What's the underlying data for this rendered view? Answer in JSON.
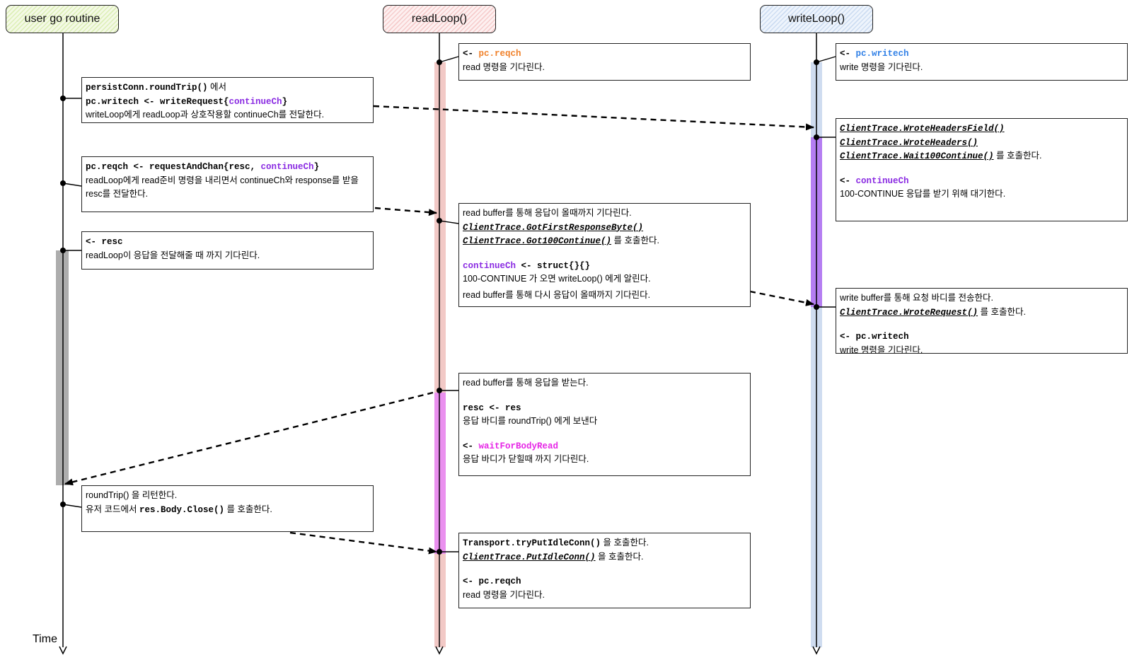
{
  "lifelines": {
    "user": "user go routine",
    "read": "readLoop()",
    "write": "writeLoop()"
  },
  "time_label": "Time",
  "notes": {
    "read_wait": {
      "code": "<- ",
      "ch": "pc.reqch",
      "text": "read 명령을 기다린다."
    },
    "write_wait": {
      "code": "<- ",
      "ch": "pc.writech",
      "text": "write 명령을 기다린다."
    },
    "roundtrip": {
      "l1_code": "persistConn.roundTrip()",
      "l1_text": " 에서",
      "l2_code": "pc.writech <- writeRequest{",
      "l2_ch": "continueCh",
      "l2_end": "}",
      "l3": "writeLoop에게 readLoop과 상호작용할 continueCh를 전달한다."
    },
    "reqch": {
      "l1_code": "pc.reqch <- requestAndChan{resc, ",
      "l1_ch": "continueCh",
      "l1_end": "}",
      "l2": "readLoop에게 read준비 명령을 내리면서 continueCh와 response를 받을",
      "l3": "resc를 전달한다."
    },
    "resc": {
      "l1_code": "<- resc",
      "l2": "readLoop이 응답을 전달해줄 때 까지 기다린다."
    },
    "trace_headers": {
      "t1": "ClientTrace.WroteHeadersField()",
      "t2": "ClientTrace.WroteHeaders()",
      "t3": "ClientTrace.Wait100Continue()",
      "t3_text": " 를 호출한다.",
      "l5_code": "<- ",
      "l5_ch": "continueCh",
      "l6": "100-CONTINUE 응답를 받기 위해 대기한다."
    },
    "read_buffer": {
      "l1": "read buffer를 통해 응답이 올때까지 기다린다.",
      "t1": "ClientTrace.GotFirstResponseByte()",
      "t2": "ClientTrace.Got100Continue()",
      "t2_text": " 를 호출한다.",
      "l4_ch": "continueCh",
      "l4_code": " <- struct{}{}",
      "l5": "100-CONTINUE 가 오면 writeLoop() 에게 알린다.",
      "l6": "read buffer를 통해 다시 응답이 올때까지 기다린다."
    },
    "write_body": {
      "l1": "write buffer를 통해 요청 바디를 전송한다.",
      "t1": "ClientTrace.WroteRequest()",
      "t1_text": " 를 호출한다.",
      "l3_code": "<- pc.writech",
      "l4": "write 명령을 기다린다."
    },
    "response": {
      "l1": "read buffer를 통해 응답을 받는다.",
      "l2_code": "resc <- res",
      "l3": "응답 바디를 roundTrip() 에게 보낸다",
      "l4_code": " <- ",
      "l4_ch": "waitForBodyRead",
      "l5": "응답 바디가 닫힐때 까지 기다린다."
    },
    "return": {
      "l1": "roundTrip() 을 리턴한다.",
      "l2_text": "유저 코드에서 ",
      "l2_code": "res.Body.Close()",
      "l2_end": " 를 호출한다."
    },
    "idle": {
      "l1_code": "Transport.tryPutIdleConn()",
      "l1_text": " 을 호출한다.",
      "t1": "ClientTrace.PutIdleConn()",
      "t1_text": " 을 호출한다.",
      "l3_code": "<- pc.reqch",
      "l4": "read 명령을 기다린다."
    }
  },
  "colors": {
    "read_activation": "#f2c9c6",
    "write_activation": "#cfdcf0",
    "write_active_purple": "#b57ef2",
    "read_active_magenta": "#ea90ef",
    "user_blocked": "#adadad"
  }
}
